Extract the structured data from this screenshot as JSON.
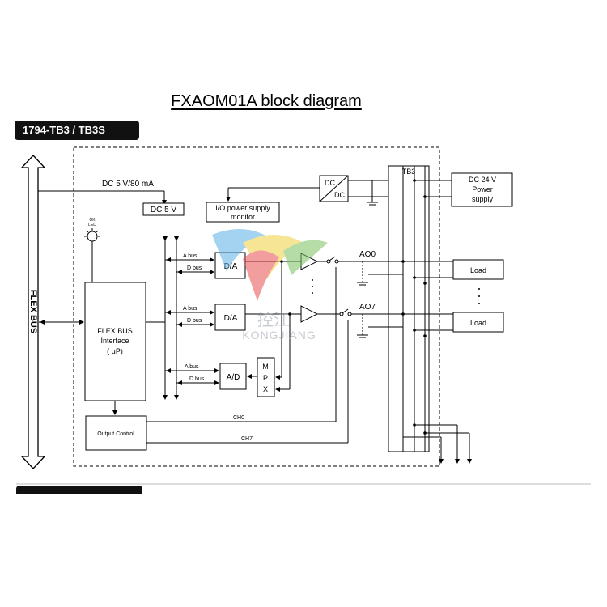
{
  "title": "FXAOM01A block diagram",
  "header_tab": "1794-TB3 / TB3S",
  "flex_bus": "FLEX BUS",
  "dc5v_80ma": "DC 5 V/80 mA",
  "dc5v": "DC 5 V",
  "io_monitor_line1": "I/O power supply",
  "io_monitor_line2": "monitor",
  "ok_led_line1": "OK",
  "ok_led_line2": "LED",
  "flexbus_interface_line1": "FLEX BUS",
  "flexbus_interface_line2": "Interface",
  "flexbus_interface_line3": "( μP)",
  "output_control": "Output Control",
  "a_bus": "A bus",
  "d_bus": "D bus",
  "da": "D/A",
  "ad": "A/D",
  "mpx_m": "M",
  "mpx_p": "P",
  "mpx_x": "X",
  "ch0": "CH0",
  "ch7": "CH7",
  "ao0": "AO0",
  "ao7": "AO7",
  "dcdc_top": "DC",
  "dcdc_bottom": "DC",
  "tb3": "TB3",
  "dc24_line1": "DC 24 V",
  "dc24_line2": "Power",
  "dc24_line3": "supply",
  "load": "Load",
  "watermark_cn": "控江",
  "watermark_en": "KONGJIANG",
  "colors": {
    "line": "#000000",
    "tab_bg": "#111111",
    "watermark": "#9aa0aa"
  }
}
